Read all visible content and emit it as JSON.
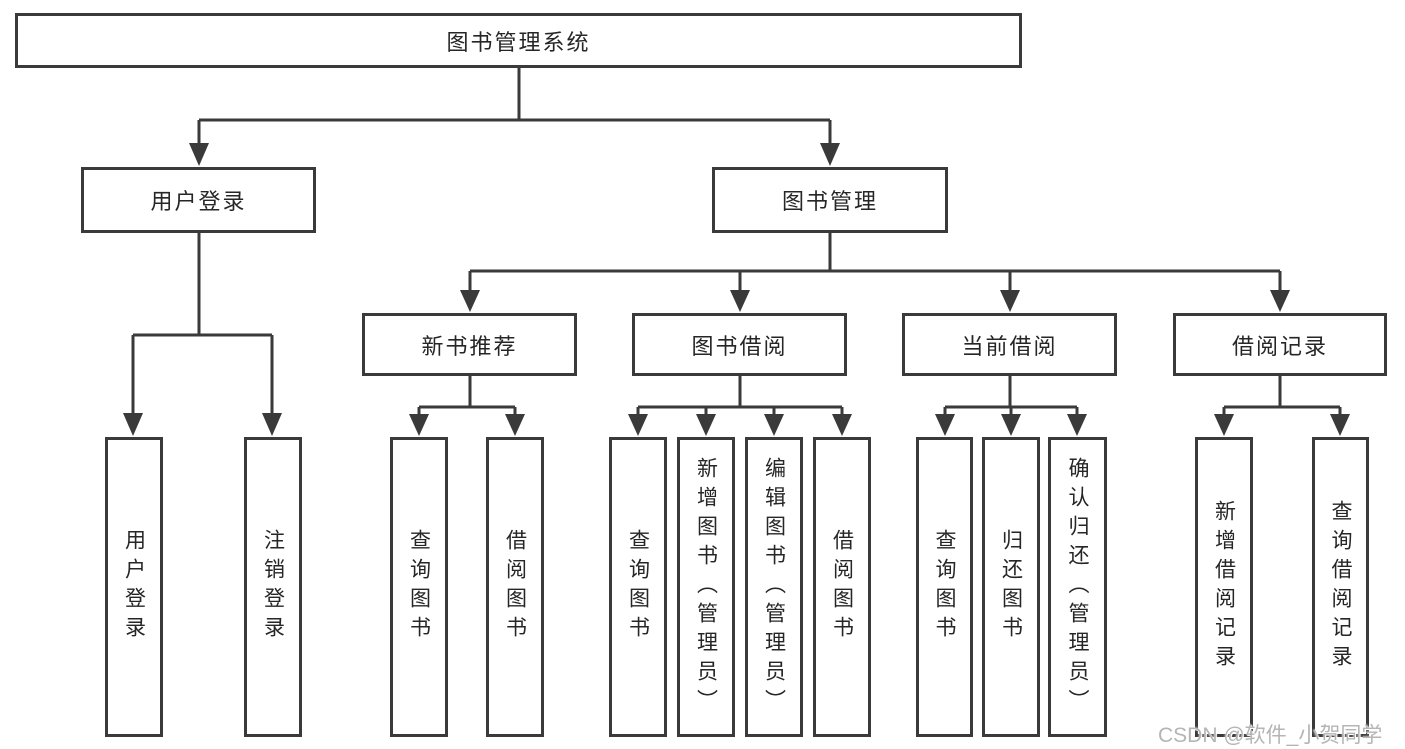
{
  "diagram": {
    "title": "图书管理系统",
    "root": {
      "label": "图书管理系统"
    },
    "level2": [
      {
        "label": "用户登录"
      },
      {
        "label": "图书管理"
      }
    ],
    "level3": [
      {
        "label": "新书推荐"
      },
      {
        "label": "图书借阅"
      },
      {
        "label": "当前借阅"
      },
      {
        "label": "借阅记录"
      }
    ],
    "leaves": [
      {
        "label": "用户登录"
      },
      {
        "label": "注销登录"
      },
      {
        "label": "查询图书"
      },
      {
        "label": "借阅图书"
      },
      {
        "label": "查询图书"
      },
      {
        "label": "新增图书（管理员）"
      },
      {
        "label": "编辑图书（管理员）"
      },
      {
        "label": "借阅图书"
      },
      {
        "label": "查询图书"
      },
      {
        "label": "归还图书"
      },
      {
        "label": "确认归还（管理员）"
      },
      {
        "label": "新增借阅记录"
      },
      {
        "label": "查询借阅记录"
      }
    ],
    "colors": {
      "line": "#3a3a3a",
      "text": "#262626",
      "background": "#ffffff",
      "watermark": "#b5b5b5"
    }
  },
  "watermark": {
    "text": "CSDN @软件_小贺同学"
  }
}
